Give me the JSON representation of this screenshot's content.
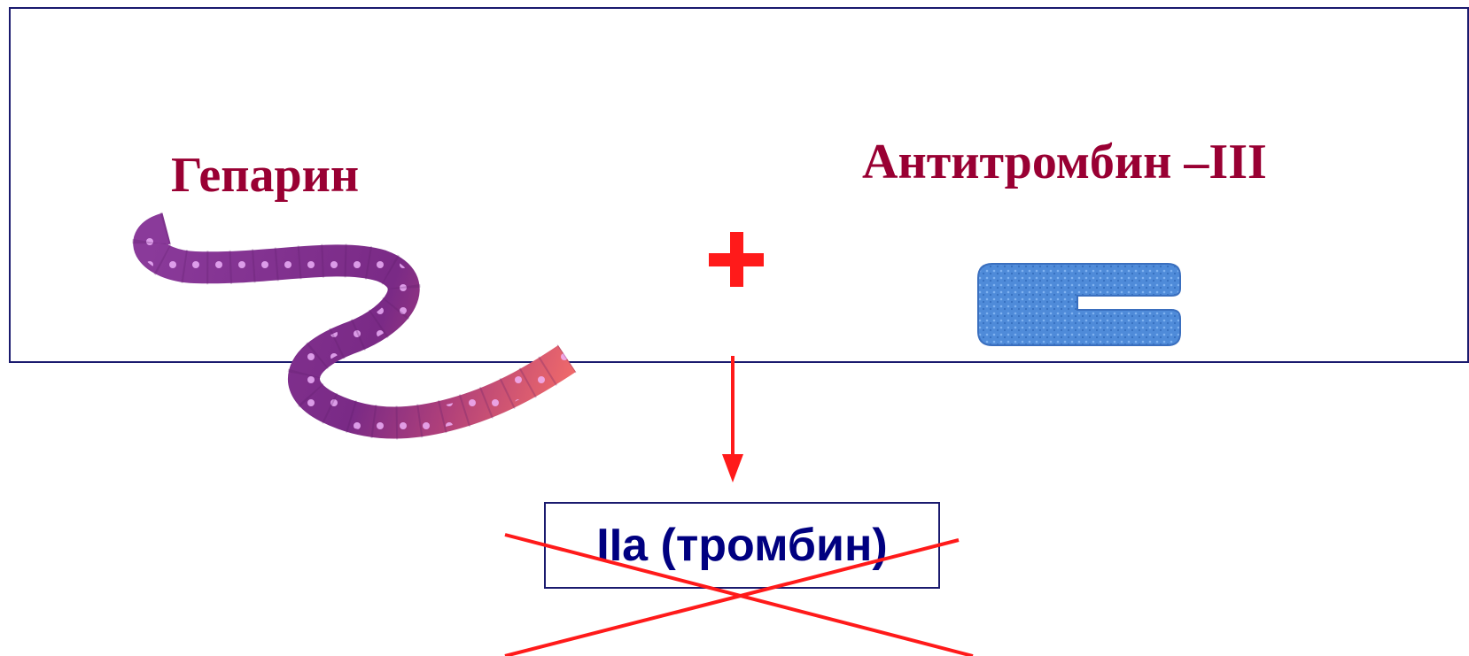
{
  "labels": {
    "heparin": "Гепарин",
    "antithrombin": "Антитромбин –III",
    "thrombin": "IIa (тромбин)"
  },
  "colors": {
    "label": "#990033",
    "accent_red": "#ff1a1a",
    "frame": "#1a1a6e",
    "thrombin_text": "#000080",
    "heparin_chain": "#7a2a8c",
    "heparin_tail": "#e8556b",
    "antithrombin_block": "#4a86d6"
  },
  "icons": {
    "plus": "plus-icon",
    "arrow": "arrow-down-icon",
    "cross": "cross-out-icon"
  }
}
